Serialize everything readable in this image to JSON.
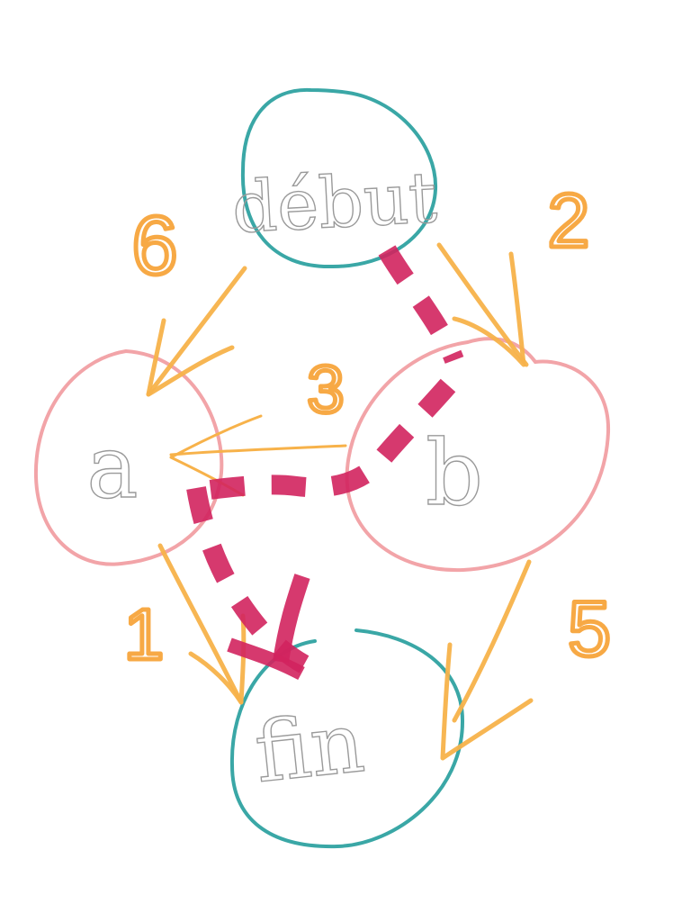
{
  "diagram": {
    "nodes": [
      {
        "id": "debut",
        "label": "début",
        "color": "#3aa7a6"
      },
      {
        "id": "a",
        "label": "a",
        "color": "#f2a4a8"
      },
      {
        "id": "b",
        "label": "b",
        "color": "#f2a4a8"
      },
      {
        "id": "fin",
        "label": "fin",
        "color": "#3aa7a6"
      }
    ],
    "edges": [
      {
        "from": "debut",
        "to": "a",
        "weight": "6"
      },
      {
        "from": "debut",
        "to": "b",
        "weight": "2"
      },
      {
        "from": "b",
        "to": "a",
        "weight": "3"
      },
      {
        "from": "a",
        "to": "fin",
        "weight": "1"
      },
      {
        "from": "b",
        "to": "fin",
        "weight": "5"
      }
    ],
    "highlighted_path": [
      "debut",
      "b",
      "a",
      "fin"
    ],
    "colors": {
      "edge": "#f7b24a",
      "highlight": "#d2235e",
      "start_end_node": "#3aa7a6",
      "intermediate_node": "#f2a4a8",
      "label_text": "#9a9a9a"
    }
  }
}
